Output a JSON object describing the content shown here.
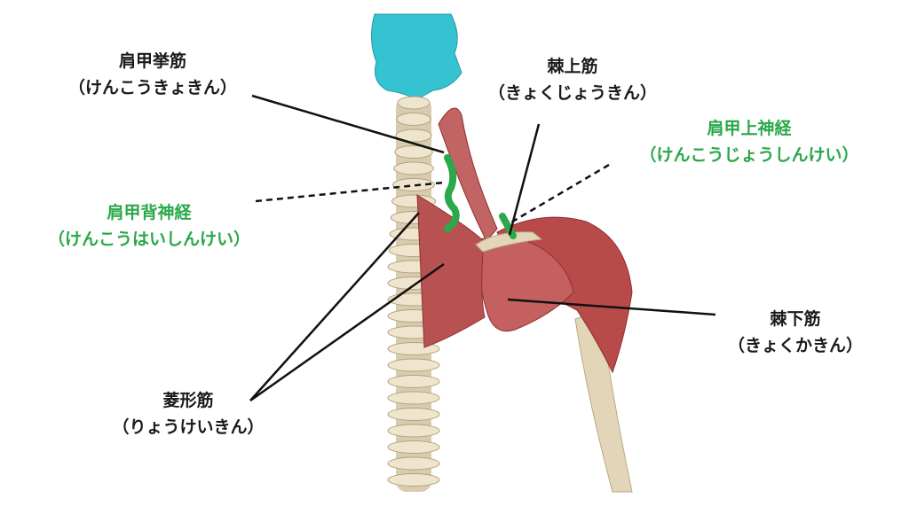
{
  "colors": {
    "nerve": "#2aa84a",
    "muscle": "#b84a4a",
    "bone": "#e8dcc4",
    "skull_base": "#35c3d1",
    "leader": "#111111"
  },
  "labels": {
    "levator_scapulae": {
      "name": "肩甲挙筋",
      "reading": "（けんこうきょきん）"
    },
    "supraspinatus": {
      "name": "棘上筋",
      "reading": "（きょくじょうきん）"
    },
    "suprascapular_nerve": {
      "name": "肩甲上神経",
      "reading": "（けんこうじょうしんけい）"
    },
    "dorsal_scapular_nerve": {
      "name": "肩甲背神経",
      "reading": "（けんこうはいしんけい）"
    },
    "infraspinatus": {
      "name": "棘下筋",
      "reading": "（きょくかきん）"
    },
    "rhomboid": {
      "name": "菱形筋",
      "reading": "（りょうけいきん）"
    }
  }
}
